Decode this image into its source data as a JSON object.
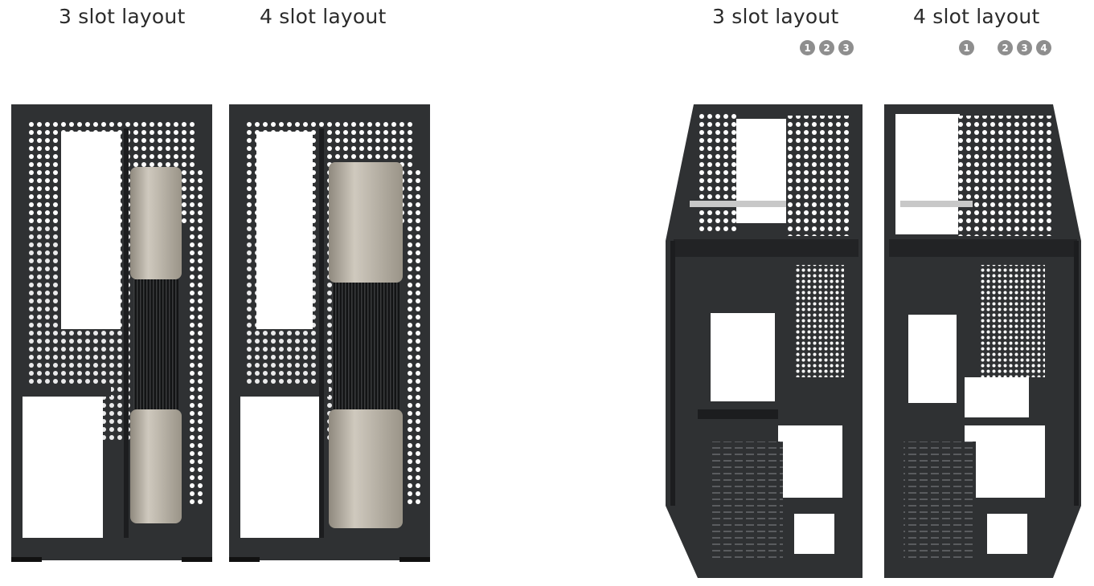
{
  "panels": [
    {
      "label": "3 slot layout",
      "badges": []
    },
    {
      "label": "4 slot layout",
      "badges": []
    },
    {
      "label": "3 slot layout",
      "badges": [
        "1",
        "2",
        "3"
      ]
    },
    {
      "label": "4 slot layout",
      "badges": [
        "1",
        "",
        "2",
        "3",
        "4"
      ]
    }
  ],
  "colors": {
    "frame": "#2f3133",
    "gpu_shroud": "#b9b3a8",
    "heatsink": "#1a1b1c",
    "background": "#ffffff"
  }
}
